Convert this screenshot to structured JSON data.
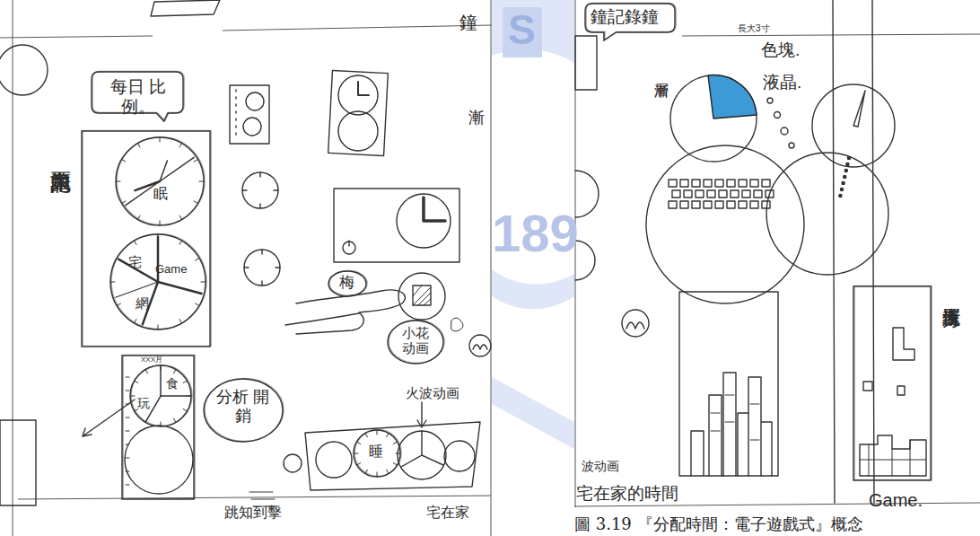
{
  "diagram": {
    "caption": "圖 3.19 『分配時間：電子遊戲式』概念",
    "nodes": [
      {
        "text": [
          "每日 比例。"
        ]
      },
      {
        "text": [
          "筆記本內頁"
        ]
      },
      {
        "text": [
          "眠"
        ],
        "in": 1
      },
      {
        "text": [
          "宅",
          "Game",
          "網"
        ],
        "in": 1
      },
      {
        "text": [
          "梅"
        ]
      },
      {
        "text": [
          "小花 动画"
        ]
      },
      {
        "text": [
          "XXX月"
        ]
      },
      {
        "text": [
          "食",
          "玩"
        ],
        "in": 6
      },
      {
        "text": [
          "分析 開銷"
        ]
      },
      {
        "text": [
          "睡"
        ]
      },
      {
        "text": [
          "鐘記錄鐘"
        ]
      },
      {
        "text": [
          "俄羅斯方塊."
        ]
      }
    ],
    "labels": [
      "鐘",
      "漸",
      "火波动画",
      "跳知到擊",
      "宅在家",
      "長大3寸",
      "色塊.",
      "液晶.",
      "漸層",
      "波动画",
      "宅在家的時間",
      "Game.",
      "S",
      "189"
    ]
  }
}
